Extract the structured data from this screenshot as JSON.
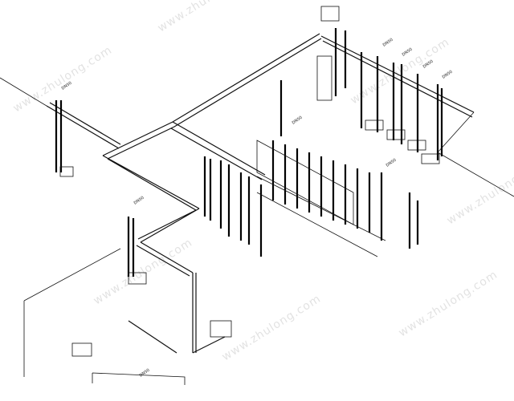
{
  "diagram": {
    "type": "isometric plumbing piping diagram",
    "watermark": "www.zhulong.com",
    "riser_labels": [
      "DN50",
      "DN50",
      "DN50",
      "DN50",
      "DN50",
      "DN50",
      "DN50",
      "DN50",
      "DN50"
    ],
    "colors": {
      "line": "#111111",
      "background": "#ffffff",
      "watermark": "#cccccc"
    }
  }
}
